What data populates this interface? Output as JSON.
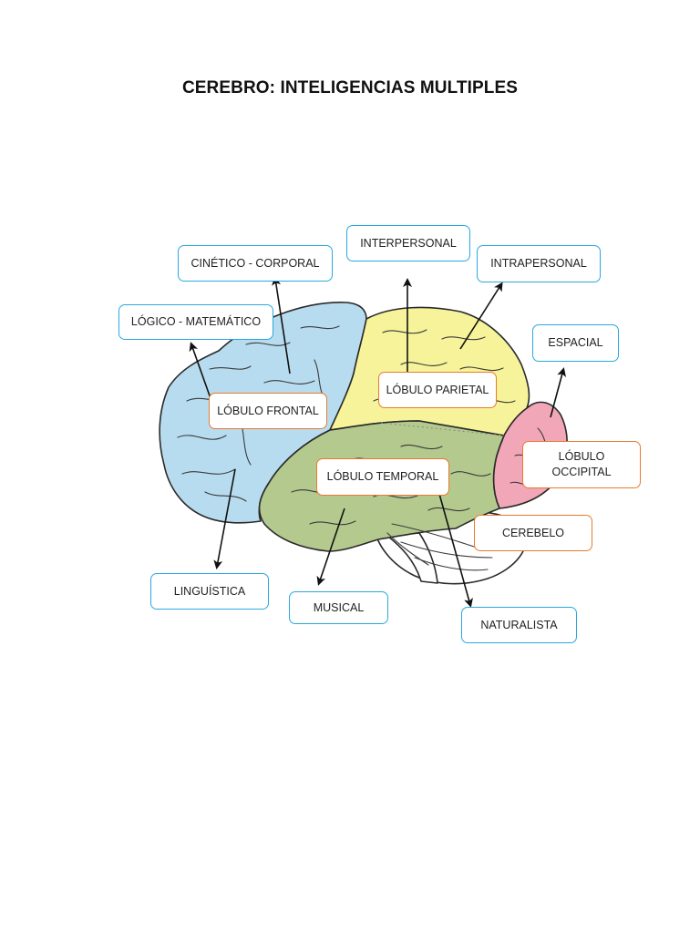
{
  "title": "CEREBRO: INTELIGENCIAS MULTIPLES",
  "colors": {
    "frontal": "#b8dcef",
    "parietal": "#f7f39a",
    "temporal": "#b4c98d",
    "occipital": "#f2a7b8",
    "cerebellum": "#ffffff",
    "intelligence_border": "#29a8e0",
    "lobe_border": "#e97a2e"
  },
  "intelligences": {
    "interpersonal": "INTERPERSONAL",
    "cinetico": "CINÉTICO - CORPORAL",
    "intrapersonal": "INTRAPERSONAL",
    "logico": "LÓGICO - MATEMÁTICO",
    "espacial": "ESPACIAL",
    "linguistica": "LINGUÍSTICA",
    "musical": "MUSICAL",
    "naturalista": "NATURALISTA"
  },
  "lobes": {
    "parietal": "LÓBULO PARIETAL",
    "frontal": "LÓBULO FRONTAL",
    "temporal": "LÓBULO TEMPORAL",
    "occipital": "LÓBULO\nOCCIPITAL",
    "cerebelo": "CEREBELO"
  }
}
